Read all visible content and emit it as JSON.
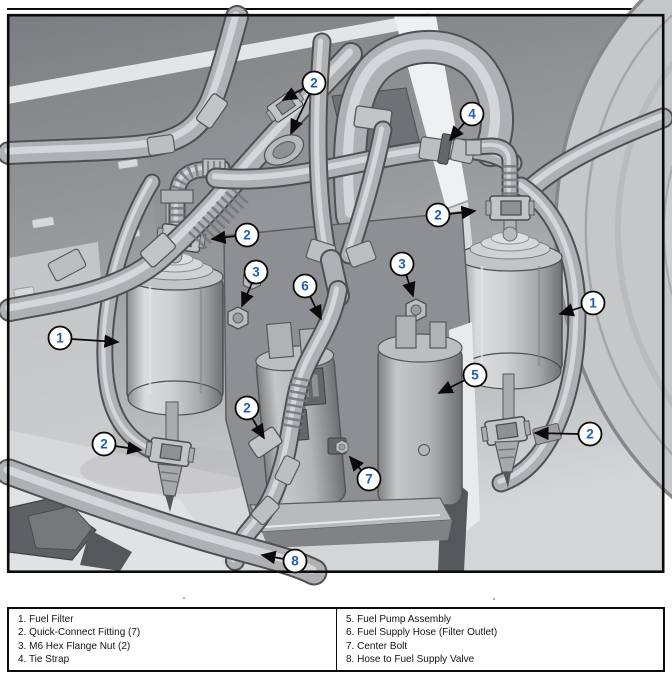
{
  "figure": {
    "callouts": [
      {
        "id": "callout-2-top",
        "number": "2",
        "part": "Quick-Connect Fitting"
      },
      {
        "id": "callout-4",
        "number": "4",
        "part": "Tie Strap"
      },
      {
        "id": "callout-2-right-upper",
        "number": "2",
        "part": "Quick-Connect Fitting"
      },
      {
        "id": "callout-2-left-upper",
        "number": "2",
        "part": "Quick-Connect Fitting"
      },
      {
        "id": "callout-3-left",
        "number": "3",
        "part": "M6 Hex Flange Nut"
      },
      {
        "id": "callout-6",
        "number": "6",
        "part": "Fuel Supply Hose (Filter Outlet)"
      },
      {
        "id": "callout-3-right",
        "number": "3",
        "part": "M6 Hex Flange Nut"
      },
      {
        "id": "callout-1-left",
        "number": "1",
        "part": "Fuel Filter"
      },
      {
        "id": "callout-1-right",
        "number": "1",
        "part": "Fuel Filter"
      },
      {
        "id": "callout-5",
        "number": "5",
        "part": "Fuel Pump Assembly"
      },
      {
        "id": "callout-2-center",
        "number": "2",
        "part": "Quick-Connect Fitting"
      },
      {
        "id": "callout-2-right-lower",
        "number": "2",
        "part": "Quick-Connect Fitting"
      },
      {
        "id": "callout-7",
        "number": "7",
        "part": "Center Bolt"
      },
      {
        "id": "callout-2-left-lower",
        "number": "2",
        "part": "Quick-Connect Fitting"
      },
      {
        "id": "callout-8",
        "number": "8",
        "part": "Hose to Fuel Supply Valve"
      }
    ],
    "colors": {
      "callout_number": "#1e5fb4",
      "callout_fill": "#ffffff",
      "line": "#0a0a0a",
      "frame": "#0b0b0b"
    }
  },
  "legend": {
    "columns": [
      {
        "items": [
          "1. Fuel Filter",
          "2. Quick-Connect Fitting (7)",
          "3. M6 Hex Flange Nut (2)",
          "4. Tie Strap"
        ]
      },
      {
        "items": [
          "5. Fuel Pump Assembly",
          "6. Fuel Supply Hose (Filter Outlet)",
          "7. Center Bolt",
          "8. Hose to Fuel Supply Valve"
        ]
      }
    ]
  }
}
